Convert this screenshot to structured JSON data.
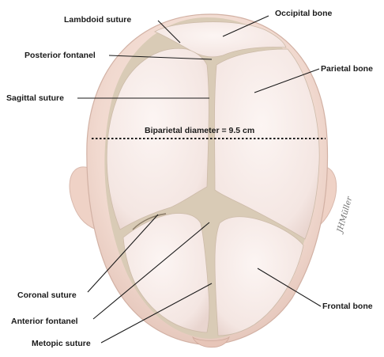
{
  "labels": {
    "lambdoid_suture": "Lambdoid suture",
    "occipital_bone": "Occipital bone",
    "posterior_fontanel": "Posterior fontanel",
    "parietal_bone": "Parietal bone",
    "sagittal_suture": "Sagittal suture",
    "biparietal_diameter": "Biparietal diameter = 9.5 cm",
    "coronal_suture": "Coronal suture",
    "anterior_fontanel": "Anterior fontanel",
    "frontal_bone": "Frontal bone",
    "metopic_suture": "Metopic suture"
  },
  "signature": "JHMüller",
  "colors": {
    "skin": "#f3ddd4",
    "bone": "#f7ecea",
    "fontanel": "#d8c9b3",
    "leader": "#1a1a1a"
  }
}
